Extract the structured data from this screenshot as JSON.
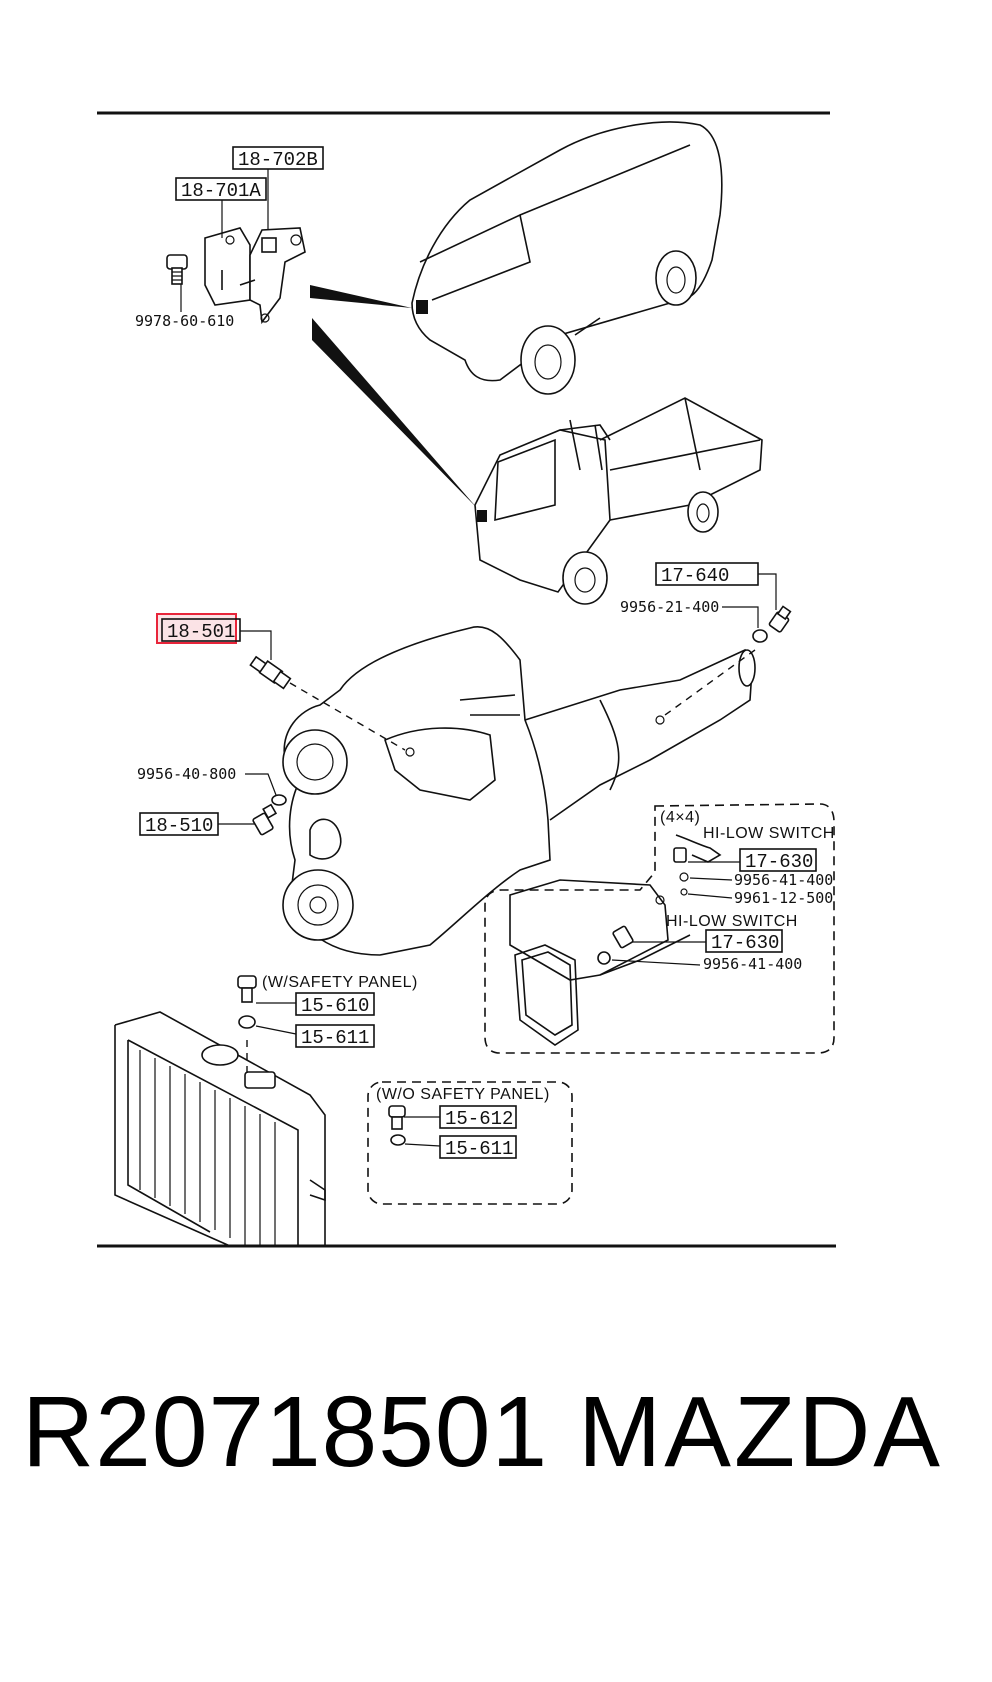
{
  "footer": {
    "part_number": "R20718501",
    "brand": "MAZDA"
  },
  "callouts": {
    "c18702B": "18-702B",
    "c18701A": "18-701A",
    "c18501": "18-501",
    "c18510": "18-510",
    "c17640": "17-640",
    "c17630a": "17-630",
    "c17630b": "17-630",
    "c15610": "15-610",
    "c15611a": "15-611",
    "c15612": "15-612",
    "c15611b": "15-611"
  },
  "codes": {
    "p9978_60_610": "9978-60-610",
    "p9956_21_400": "9956-21-400",
    "p9956_40_800": "9956-40-800",
    "p9956_41_400a": "9956-41-400",
    "p9961_12_500": "9961-12-500",
    "p9956_41_400b": "9956-41-400"
  },
  "notes": {
    "four_by_four": "(4×4)",
    "hi_low_1": "HI-LOW SWITCH",
    "hi_low_2": "HI-LOW SWITCH",
    "with_panel": "(W/SAFETY PANEL)",
    "without_panel": "(W/O SAFETY PANEL)"
  },
  "colors": {
    "highlight": "#e8253a",
    "highlight_fill": "#fbe3e6",
    "ink": "#111111"
  }
}
